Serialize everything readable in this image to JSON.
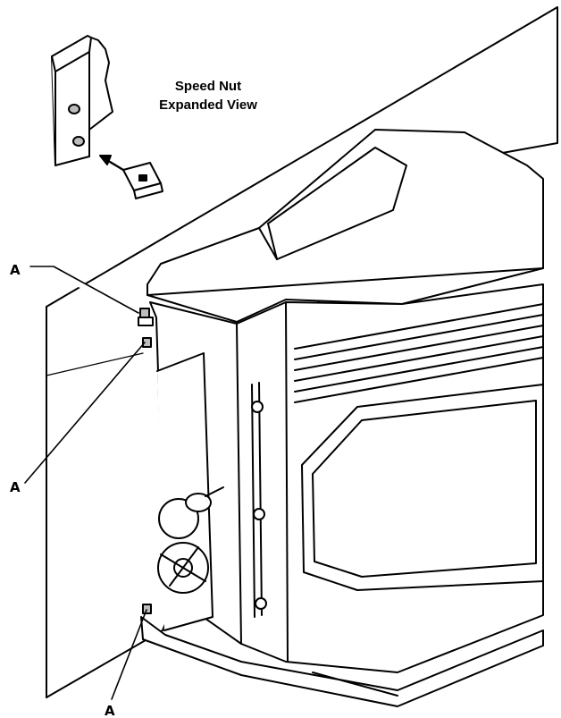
{
  "inset": {
    "title_line1": "Speed Nut",
    "title_line2": "Expanded View"
  },
  "callouts": {
    "a1": "A",
    "a2": "A",
    "a3": "A"
  },
  "colors": {
    "line": "#000000",
    "background": "#ffffff",
    "shade": "#bdbdbd"
  }
}
